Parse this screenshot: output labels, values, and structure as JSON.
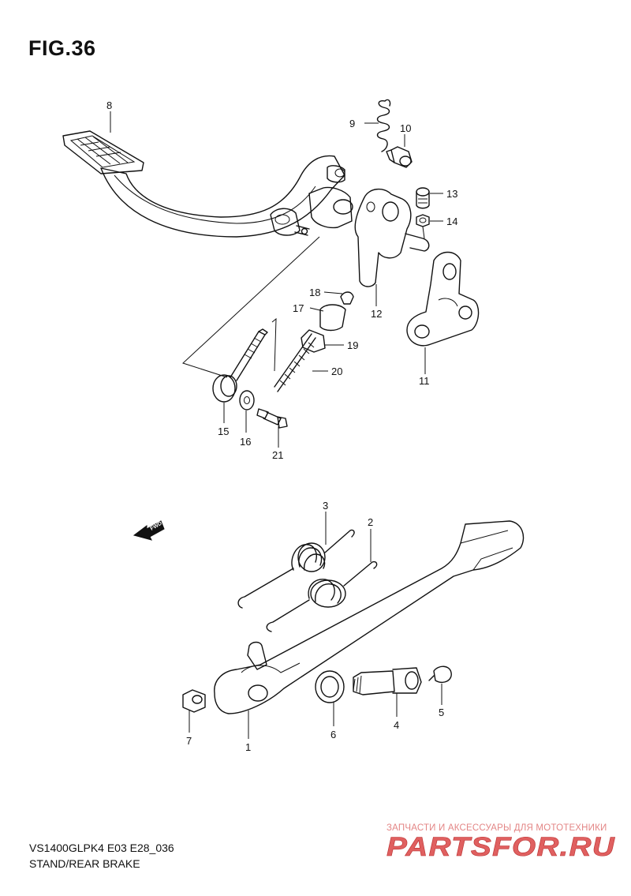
{
  "header": {
    "figure": "FIG.36"
  },
  "footer": {
    "model_code": "VS1400GLPK4 E03 E28_036",
    "section_title": "STAND/REAR BRAKE"
  },
  "watermark": {
    "caption": "ЗАПЧАСТИ И АКСЕССУАРЫ ДЛЯ МОТОТЕХНИКИ",
    "logo_text": "PARTSFOR.RU",
    "color": "#e06060"
  },
  "arrow": {
    "label": "FWD"
  },
  "parts": {
    "p1": "1",
    "p2": "2",
    "p3": "3",
    "p4": "4",
    "p5": "5",
    "p6": "6",
    "p7": "7",
    "p8": "8",
    "p9": "9",
    "p10": "10",
    "p11": "11",
    "p12": "12",
    "p13": "13",
    "p14": "14",
    "p15": "15",
    "p16": "16",
    "p17": "17",
    "p18": "18",
    "p19": "19",
    "p20": "20",
    "p21": "21"
  }
}
